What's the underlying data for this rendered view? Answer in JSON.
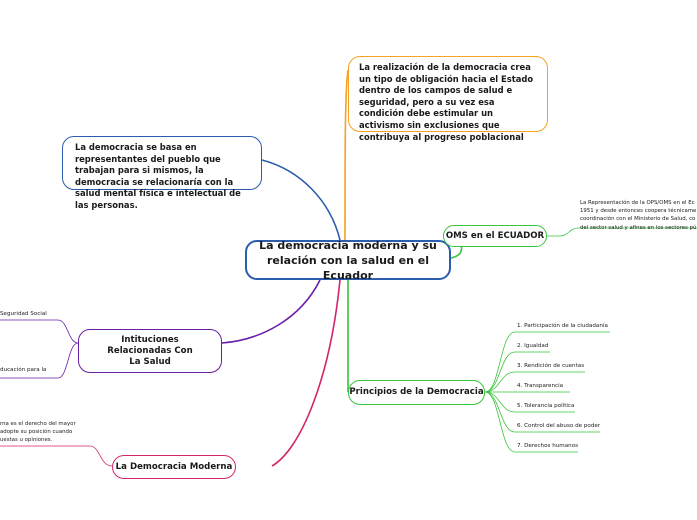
{
  "central": {
    "text": "La democracia moderna y su relación con la salud en el Ecuador"
  },
  "colors": {
    "blue": "#2b5cad",
    "orange": "#f7a021",
    "green": "#39c43d",
    "purple": "#6a1ea8",
    "magenta": "#d3256c"
  },
  "topics": {
    "top_right": "La realización de la democracia crea un tipo de obligación hacia el Estado dentro de los campos de salud e seguridad, pero a su vez esa condición debe estimular un activismo sin exclusiones que contribuya al progreso poblacional",
    "top_left": "La democracia se basa en representantes del pueblo que trabajan para si mismos, la democracia se relacionaría con la salud mental física e intelectual de las personas.",
    "oms": "OMS en el ECUADOR",
    "instituciones": "Intituciones Relacionadas Con La Salud",
    "principios": "Principios de la Democracia",
    "moderna": "La Democracia Moderna"
  },
  "oms_text": "La Representación de la OPS/OMS en el Ec\n1951 y desde entonces coopera técnicame\ncoordinación con el Ministerio de Salud, co\ndel sector salud y afines en los sectores pú",
  "principles": [
    "1. Participación de la ciudadanía",
    "2. Igualdad",
    "3. Rendición de cuentas",
    "4. Transparencia",
    "5. Tolerancia política",
    "6. Control del abuso de poder",
    "7. Derechos humanos"
  ],
  "inst_items": [
    "Seguridad Social",
    "ducación para la"
  ],
  "moderna_text": "rna es el derecho del mayor\nadopte su posición cuando\nuestas u opiniones."
}
